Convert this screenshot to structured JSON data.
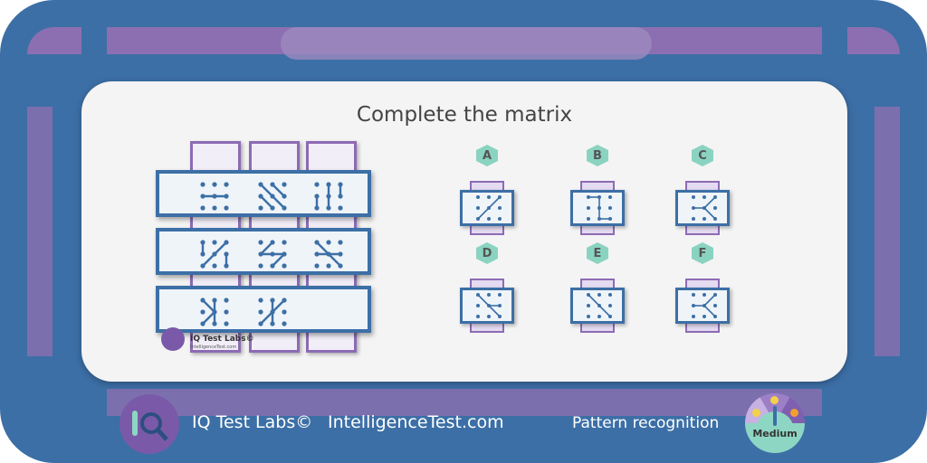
{
  "title": "Complete the matrix",
  "options": [
    {
      "label": "A"
    },
    {
      "label": "B"
    },
    {
      "label": "C"
    },
    {
      "label": "D"
    },
    {
      "label": "E"
    },
    {
      "label": "F"
    }
  ],
  "watermark": {
    "brand": "IQ Test Labs©",
    "site": "IntelligenceTest.com"
  },
  "footer": {
    "brand": "IQ Test Labs©",
    "site": "IntelligenceTest.com",
    "category": "Pattern recognition",
    "difficulty": "Medium"
  },
  "colors": {
    "blue": "#3c6fa6",
    "purple": "#8c6fb0",
    "teal": "#8ad3c1",
    "panel": "#f4f4f4"
  }
}
